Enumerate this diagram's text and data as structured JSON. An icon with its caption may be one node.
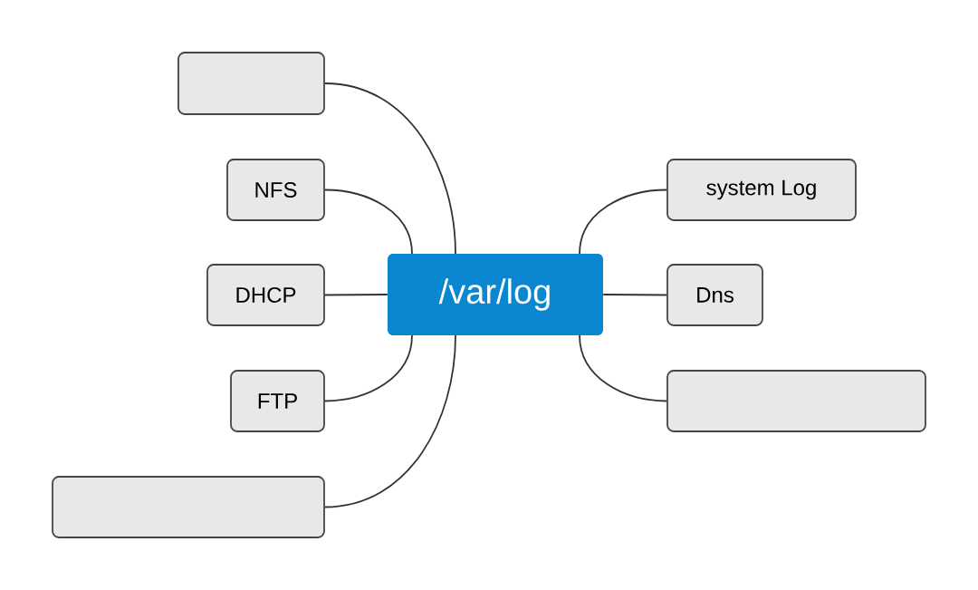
{
  "diagram": {
    "nodes": [
      {
        "text": [
          "/var/log"
        ]
      },
      {
        "text": [],
        "shape": "box"
      },
      {
        "text": [
          "NFS"
        ]
      },
      {
        "text": [
          "DHCP"
        ]
      },
      {
        "text": [
          "FTP"
        ]
      },
      {
        "text": [],
        "shape": "box"
      },
      {
        "text": [
          "system Log"
        ]
      },
      {
        "text": [
          "Dns"
        ]
      },
      {
        "text": [],
        "shape": "box"
      }
    ],
    "edges": [
      {
        "from": 0,
        "to": 1,
        "arrow": "none"
      },
      {
        "from": 0,
        "to": 2,
        "arrow": "none"
      },
      {
        "from": 0,
        "to": 3,
        "arrow": "none"
      },
      {
        "from": 0,
        "to": 4,
        "arrow": "none"
      },
      {
        "from": 0,
        "to": 5,
        "arrow": "none"
      },
      {
        "from": 0,
        "to": 6,
        "arrow": "none"
      },
      {
        "from": 0,
        "to": 7,
        "arrow": "none"
      },
      {
        "from": 0,
        "to": 8,
        "arrow": "none"
      }
    ]
  }
}
